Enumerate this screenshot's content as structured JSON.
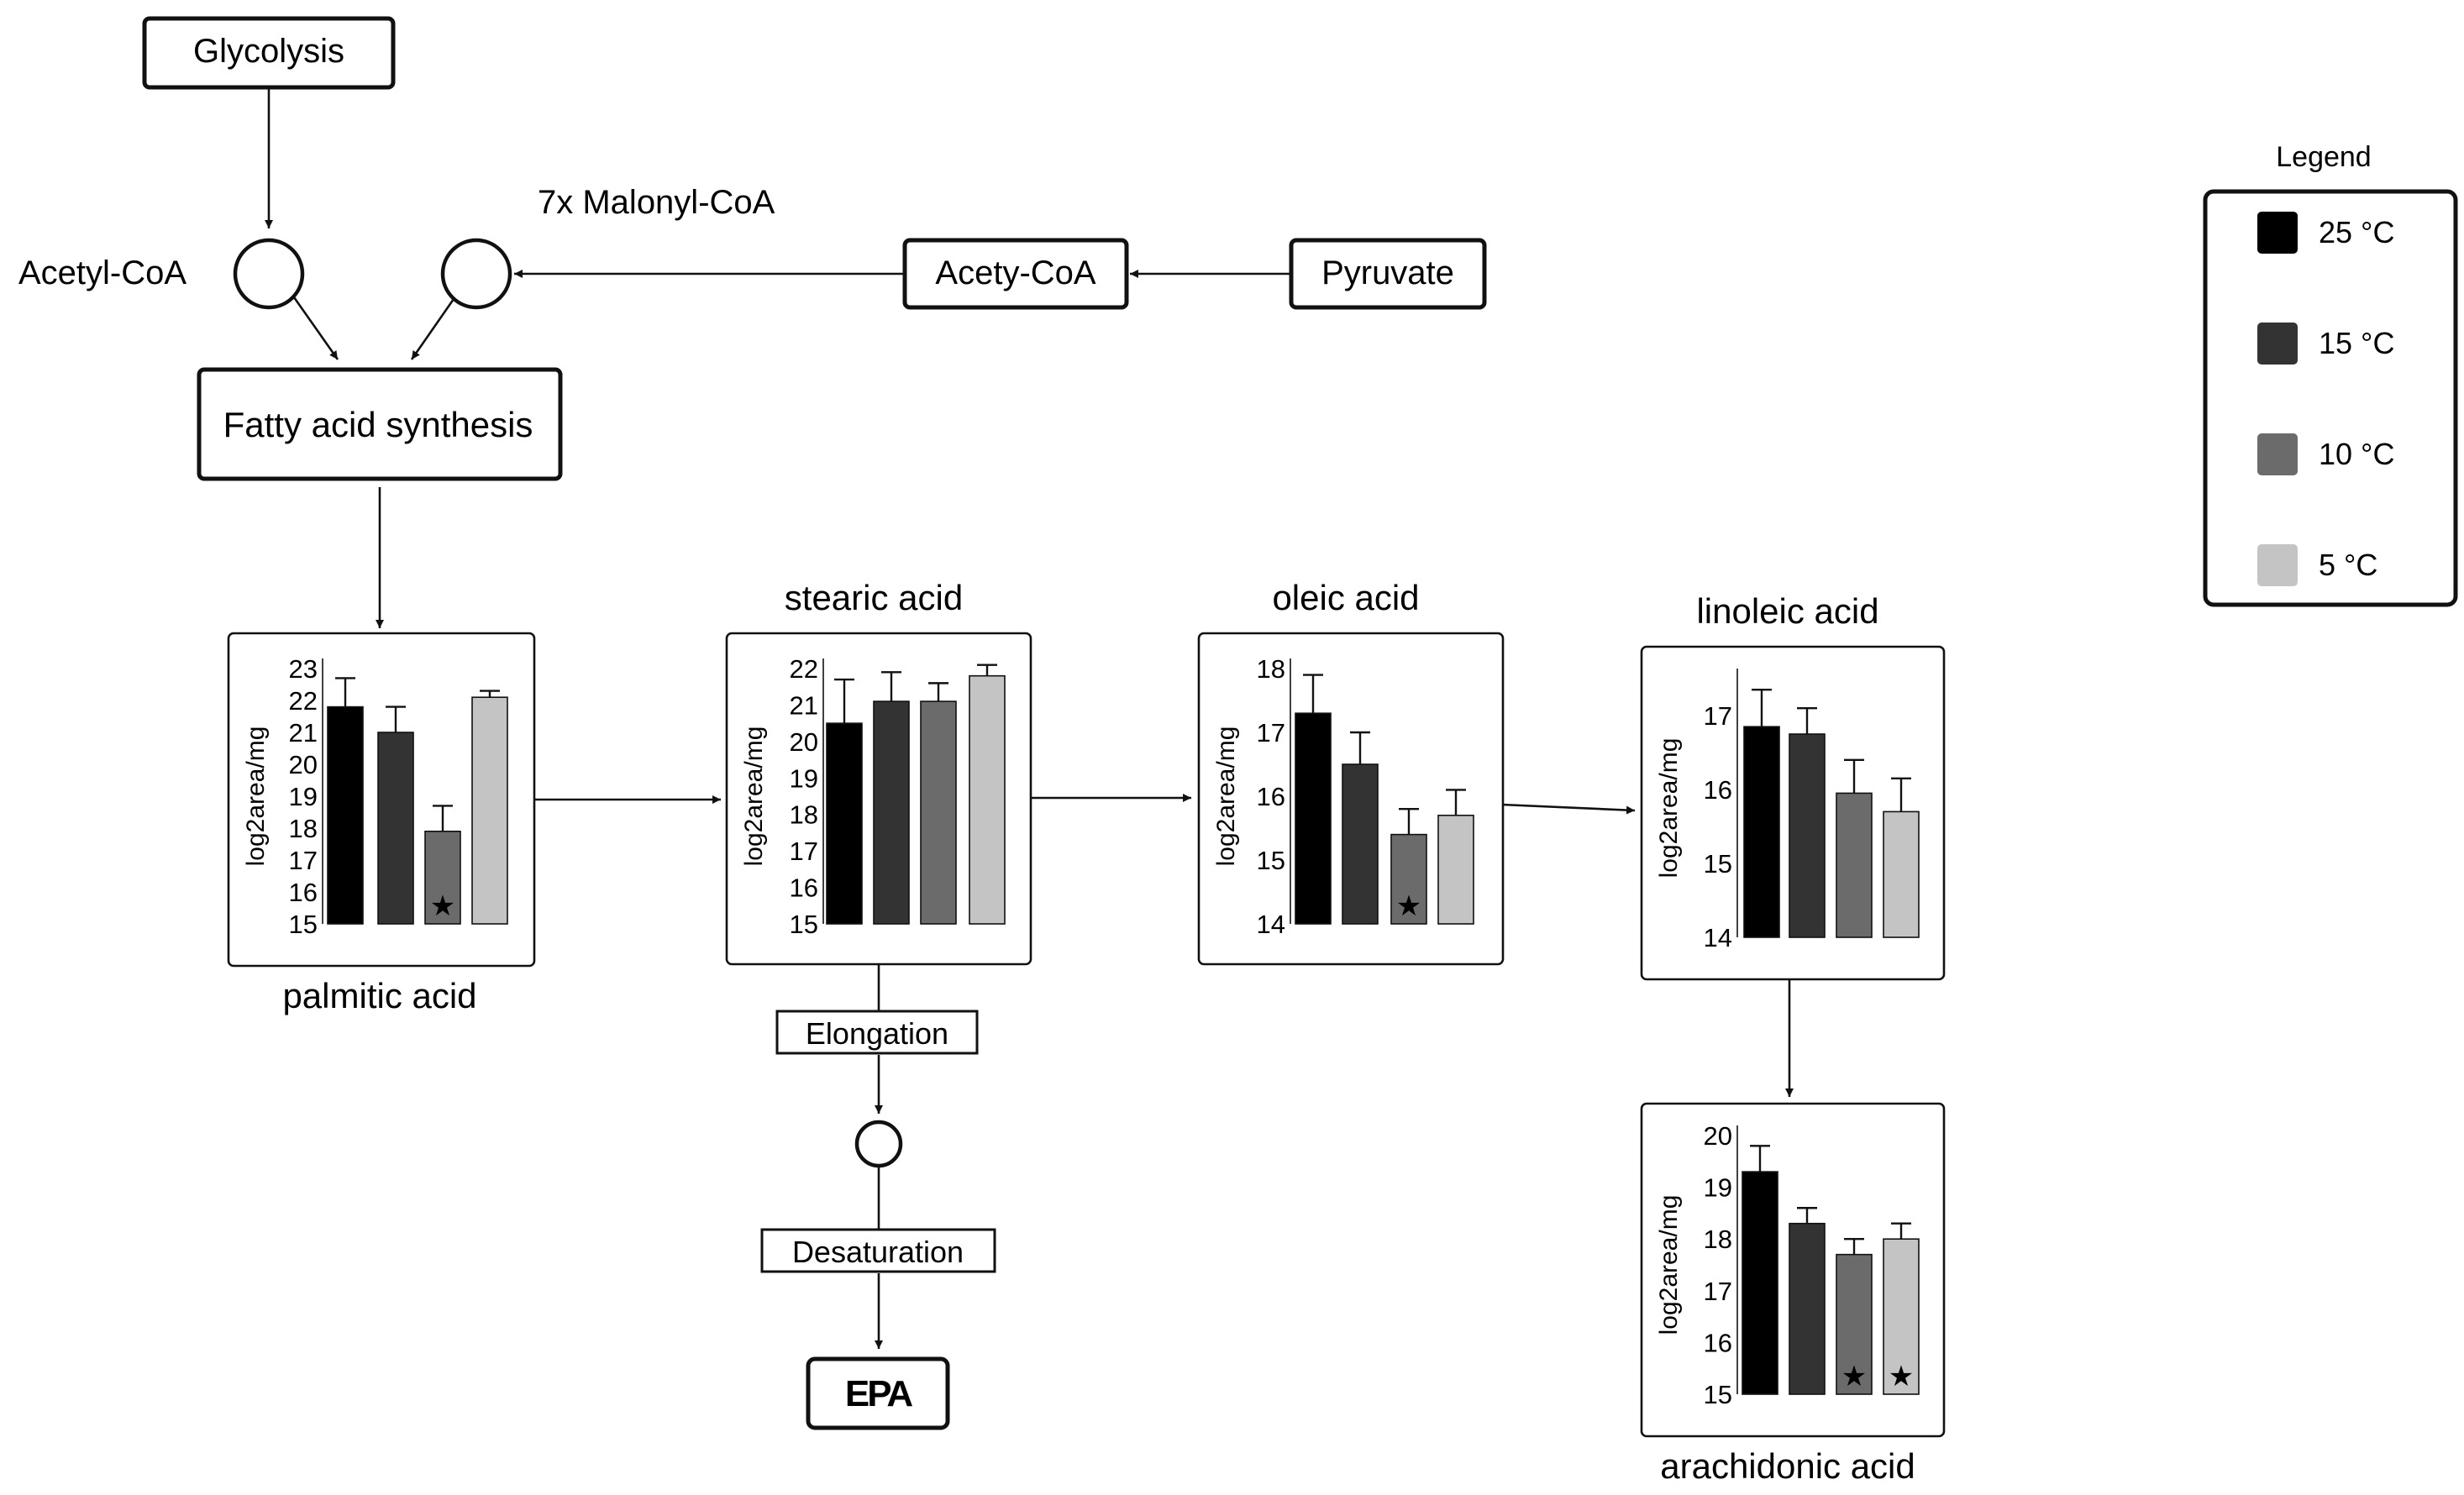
{
  "nodes": {
    "glycolysis": "Glycolysis",
    "acetyl_coa": "Acetyl-CoA",
    "malonyl_coa": "7x Malonyl-CoA",
    "acety_coa": "Acety-CoA",
    "pyruvate": "Pyruvate",
    "fatty_acid_synthesis": "Fatty acid synthesis",
    "elongation": "Elongation",
    "desaturation": "Desaturation",
    "epa": "EPA"
  },
  "legend": {
    "title": "Legend",
    "items": [
      {
        "label": "25 °C",
        "color": "#000000"
      },
      {
        "label": "15 °C",
        "color": "#333333"
      },
      {
        "label": "10 °C",
        "color": "#6b6b6b"
      },
      {
        "label": "5 °C",
        "color": "#c4c4c4"
      }
    ]
  },
  "chart_data": [
    {
      "type": "bar",
      "title": "palmitic acid",
      "ylabel": "log2area/mg",
      "ylim": [
        15,
        23
      ],
      "yticks": [
        15,
        16,
        17,
        18,
        19,
        20,
        21,
        22,
        23
      ],
      "categories": [
        "25 °C",
        "15 °C",
        "10 °C",
        "5 °C"
      ],
      "values": [
        21.8,
        21.0,
        17.9,
        22.1
      ],
      "errors": [
        0.9,
        0.8,
        0.8,
        0.2
      ],
      "significant": [
        false,
        false,
        true,
        false
      ]
    },
    {
      "type": "bar",
      "title": "stearic acid",
      "ylabel": "log2area/mg",
      "ylim": [
        15,
        22
      ],
      "yticks": [
        15,
        16,
        17,
        18,
        19,
        20,
        21,
        22
      ],
      "categories": [
        "25 °C",
        "15 °C",
        "10 °C",
        "5 °C"
      ],
      "values": [
        20.5,
        21.1,
        21.1,
        21.8
      ],
      "errors": [
        1.2,
        0.8,
        0.5,
        0.3
      ],
      "significant": [
        false,
        false,
        false,
        false
      ]
    },
    {
      "type": "bar",
      "title": "oleic acid",
      "ylabel": "log2area/mg",
      "ylim": [
        14,
        18
      ],
      "yticks": [
        14,
        15,
        16,
        17,
        18
      ],
      "categories": [
        "25 °C",
        "15 °C",
        "10 °C",
        "5 °C"
      ],
      "values": [
        17.3,
        16.5,
        15.4,
        15.7
      ],
      "errors": [
        0.6,
        0.5,
        0.4,
        0.4
      ],
      "significant": [
        false,
        false,
        true,
        false
      ]
    },
    {
      "type": "bar",
      "title": "linoleic acid",
      "ylabel": "log2area/mg",
      "ylim": [
        14,
        17.5
      ],
      "yticks": [
        14,
        15,
        16,
        17
      ],
      "categories": [
        "25 °C",
        "15 °C",
        "10 °C",
        "5 °C"
      ],
      "values": [
        16.85,
        16.75,
        15.95,
        15.7
      ],
      "errors": [
        0.5,
        0.35,
        0.45,
        0.45
      ],
      "significant": [
        false,
        false,
        false,
        false
      ]
    },
    {
      "type": "bar",
      "title": "arachidonic acid",
      "ylabel": "log2area/mg",
      "ylim": [
        15,
        20
      ],
      "yticks": [
        15,
        16,
        17,
        18,
        19,
        20
      ],
      "categories": [
        "25 °C",
        "15 °C",
        "10 °C",
        "5 °C"
      ],
      "values": [
        19.3,
        18.3,
        17.7,
        18.0
      ],
      "errors": [
        0.5,
        0.3,
        0.3,
        0.3
      ],
      "significant": [
        false,
        false,
        true,
        true
      ]
    }
  ]
}
